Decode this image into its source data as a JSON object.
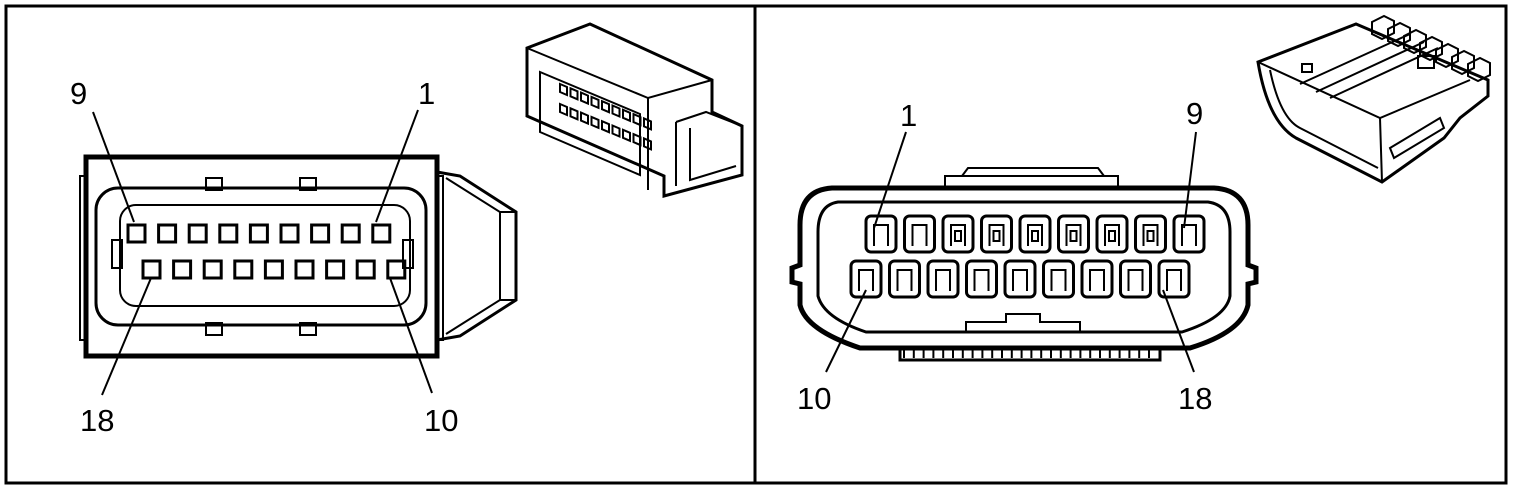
{
  "left_panel": {
    "pin_labels": {
      "top_left": "9",
      "top_right": "1",
      "bottom_left": "18",
      "bottom_right": "10"
    },
    "top_row_cavities": 9,
    "bottom_row_cavities": 9
  },
  "right_panel": {
    "pin_labels": {
      "top_left": "1",
      "top_right": "9",
      "bottom_left": "10",
      "bottom_right": "18"
    },
    "top_row_cavities": 9,
    "bottom_row_cavities": 9
  },
  "colors": {
    "line": "#000000",
    "background": "#ffffff"
  }
}
